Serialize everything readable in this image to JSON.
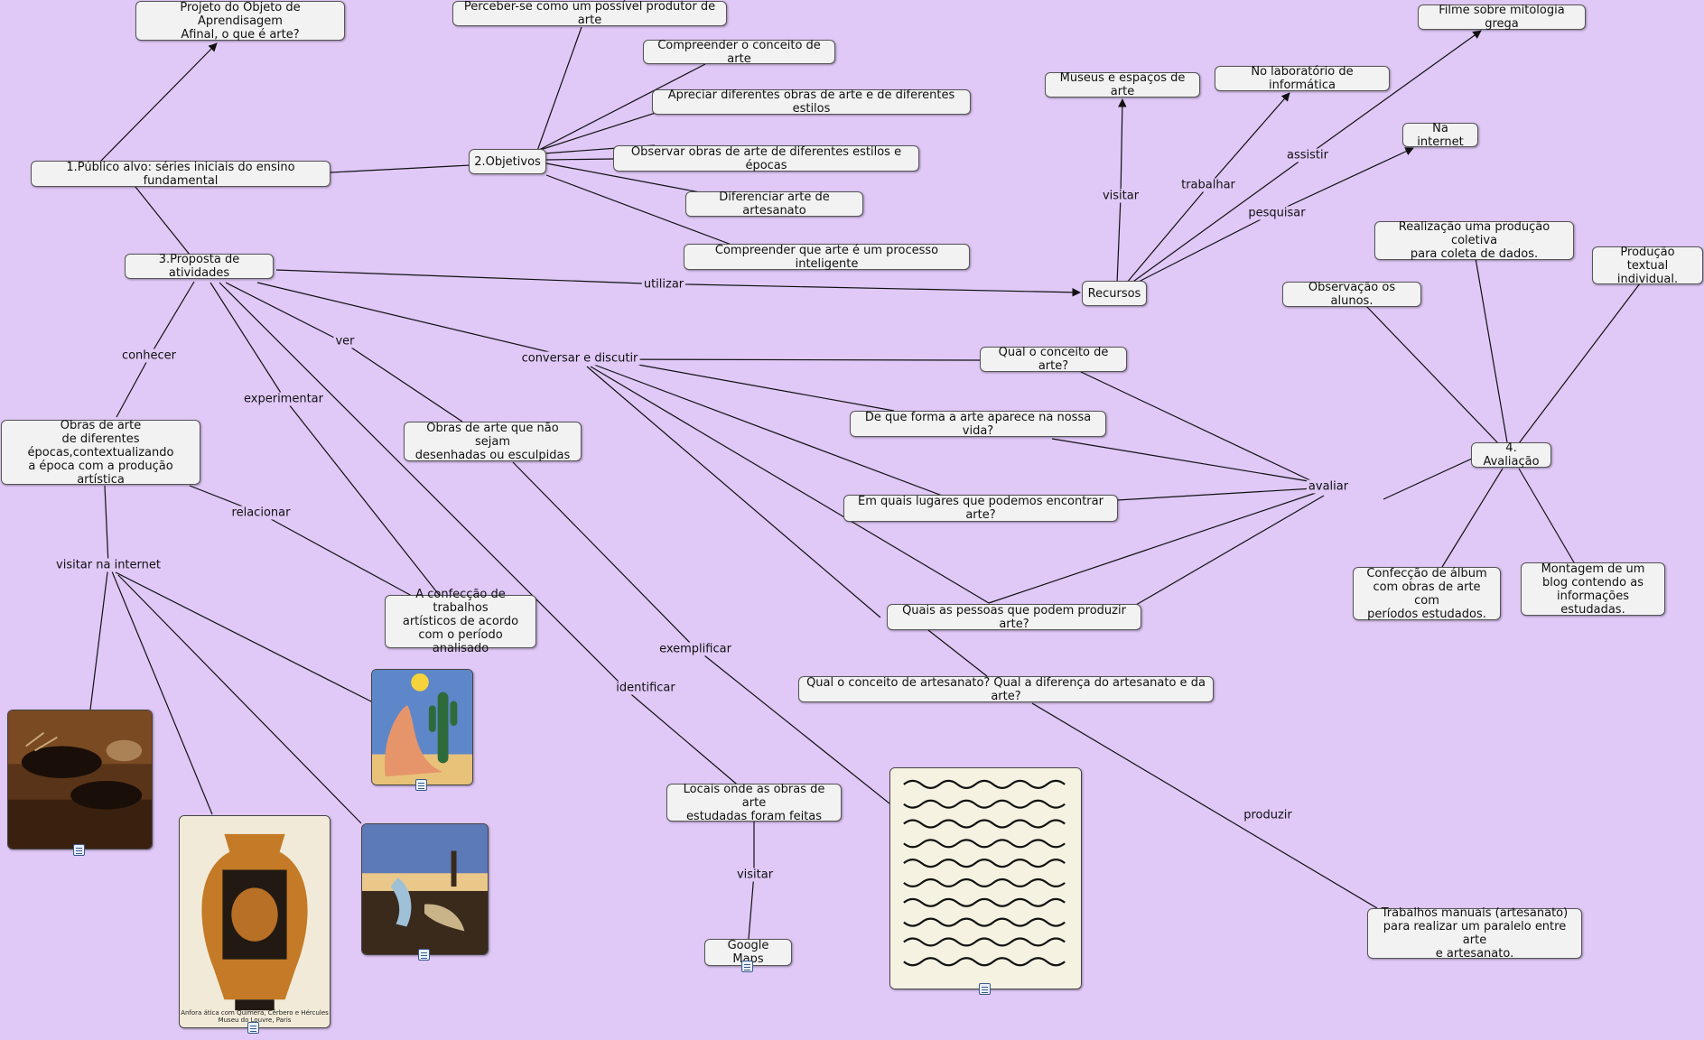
{
  "nodes": {
    "projeto": "Projeto do Objeto de Aprendisagem\nAfinal, o que é arte?",
    "perceber": "Perceber-se como um possível produtor de arte",
    "filme": "Filme sobre mitologia grega",
    "compreender": "Compreender o conceito de arte",
    "museus": "Museus e espaços de arte",
    "laboratorio": "No laboratório de informática",
    "apreciar": "Apreciar diferentes obras de arte e de diferentes estilos",
    "internet": "Na internet",
    "objetivos": "2.Objetivos",
    "observar": "Observar obras de arte de diferentes estilos e épocas",
    "publico": "1.Público alvo: séries iniciais do ensino fundamental",
    "diferenciar": "Diferenciar arte de artesanato",
    "realizacao": "Realização uma produção coletiva\npara coleta de dados.",
    "producao_textual": "Produção textual\nindividual.",
    "proposta": "3.Proposta de atividades",
    "processo": "Compreender que arte é um processo inteligente",
    "recursos": "Recursos",
    "observacao": "Observação os alunos.",
    "qual_conceito": "Qual o conceito de arte?",
    "de_que_forma": "De que forma a arte aparece na nossa vida?",
    "obras_epocas": "Obras de arte\nde diferentes\népocas,contextualizando\na época com a produção artística",
    "obras_nao": "Obras de arte que não sejam\ndesenhadas ou esculpidas",
    "avaliacao": "4. Avaliação",
    "em_quais": "Em quais lugares que podemos encontrar arte?",
    "confeccao_album": "Confecção de álbum\ncom obras de arte com\nperíodos estudados.",
    "montagem": "Montagem de um\nblog contendo as\ninformações estudadas.",
    "confeccao_trabalhos": "A confecção de trabalhos\nartísticos de acordo\ncom o período analisado",
    "quais_pessoas": "Quais as pessoas que podem produzir arte?",
    "artesanato": "Qual o conceito de artesanato? Qual a diferença do artesanato e da arte?",
    "locais": "Locais onde as obras de arte\nestudadas foram feitas",
    "google_maps": "Google Maps",
    "trabalhos_manuais": "Trabalhos manuais (artesanato)\npara realizar um paralelo entre arte\ne artesanato."
  },
  "edge_labels": {
    "utilizar": "utilizar",
    "visitar_museus": "visitar",
    "trabalhar": "trabalhar",
    "assistir": "assistir",
    "pesquisar": "pesquisar",
    "conhecer": "conhecer",
    "ver": "ver",
    "experimentar": "experimentar",
    "conversar": "conversar e discutir",
    "relacionar": "relacionar",
    "visitar_internet": "visitar na internet",
    "avaliar": "avaliar",
    "exemplificar": "exemplificar",
    "identificar": "identificar",
    "visitar_maps": "visitar",
    "produzir": "produzir"
  },
  "images": {
    "vase_caption": "Anfora ática com Quimera, Cérbero e Hércules\nMuseu do Louvre, Paris"
  },
  "colors": {
    "background": "#e0c8f7",
    "node_fill": "#f2f2f3",
    "line": "#111111"
  }
}
